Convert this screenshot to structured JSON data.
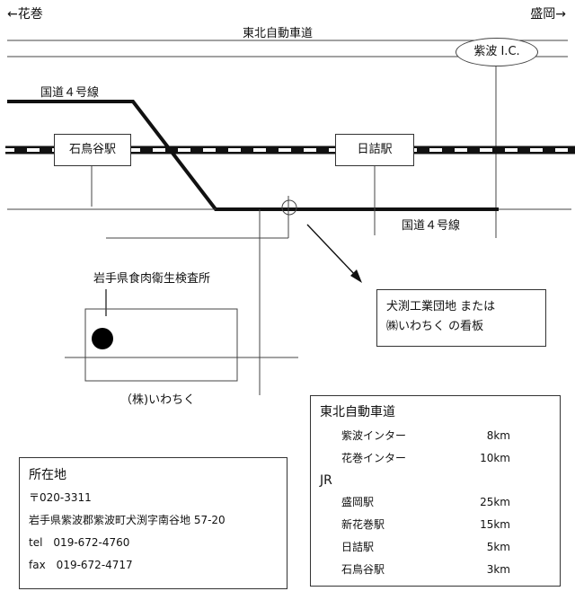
{
  "directions": {
    "left": "←花巻",
    "right": "盛岡→"
  },
  "roads": {
    "expressway": "東北自動車道",
    "route4_upper": "国道４号線",
    "route4_lower": "国道４号線",
    "interchange": "紫波 I.C."
  },
  "stations": {
    "ishidoriya": "石鳥谷駅",
    "hizume": "日詰駅"
  },
  "facility": {
    "name": "岩手県食肉衛生検査所",
    "company": "（株)いわちく"
  },
  "sign_note": {
    "line1": "犬渕工業団地 または",
    "line2": "㈱いわちく の看板"
  },
  "address": {
    "heading": "所在地",
    "postal": "〒020-3311",
    "street": "岩手県紫波郡紫波町犬渕字南谷地 57-20",
    "tel": "tel　019-672-4760",
    "fax": "fax　019-672-4717"
  },
  "distances": {
    "expressway_heading": "東北自動車道",
    "expressway_rows": [
      {
        "name": "紫波インター",
        "dist": "8km"
      },
      {
        "name": "花巻インター",
        "dist": "10km"
      }
    ],
    "jr_heading": "JR",
    "jr_rows": [
      {
        "name": "盛岡駅",
        "dist": "25km"
      },
      {
        "name": "新花巻駅",
        "dist": "15km"
      },
      {
        "name": "日詰駅",
        "dist": "5km"
      },
      {
        "name": "石鳥谷駅",
        "dist": "3km"
      }
    ]
  }
}
